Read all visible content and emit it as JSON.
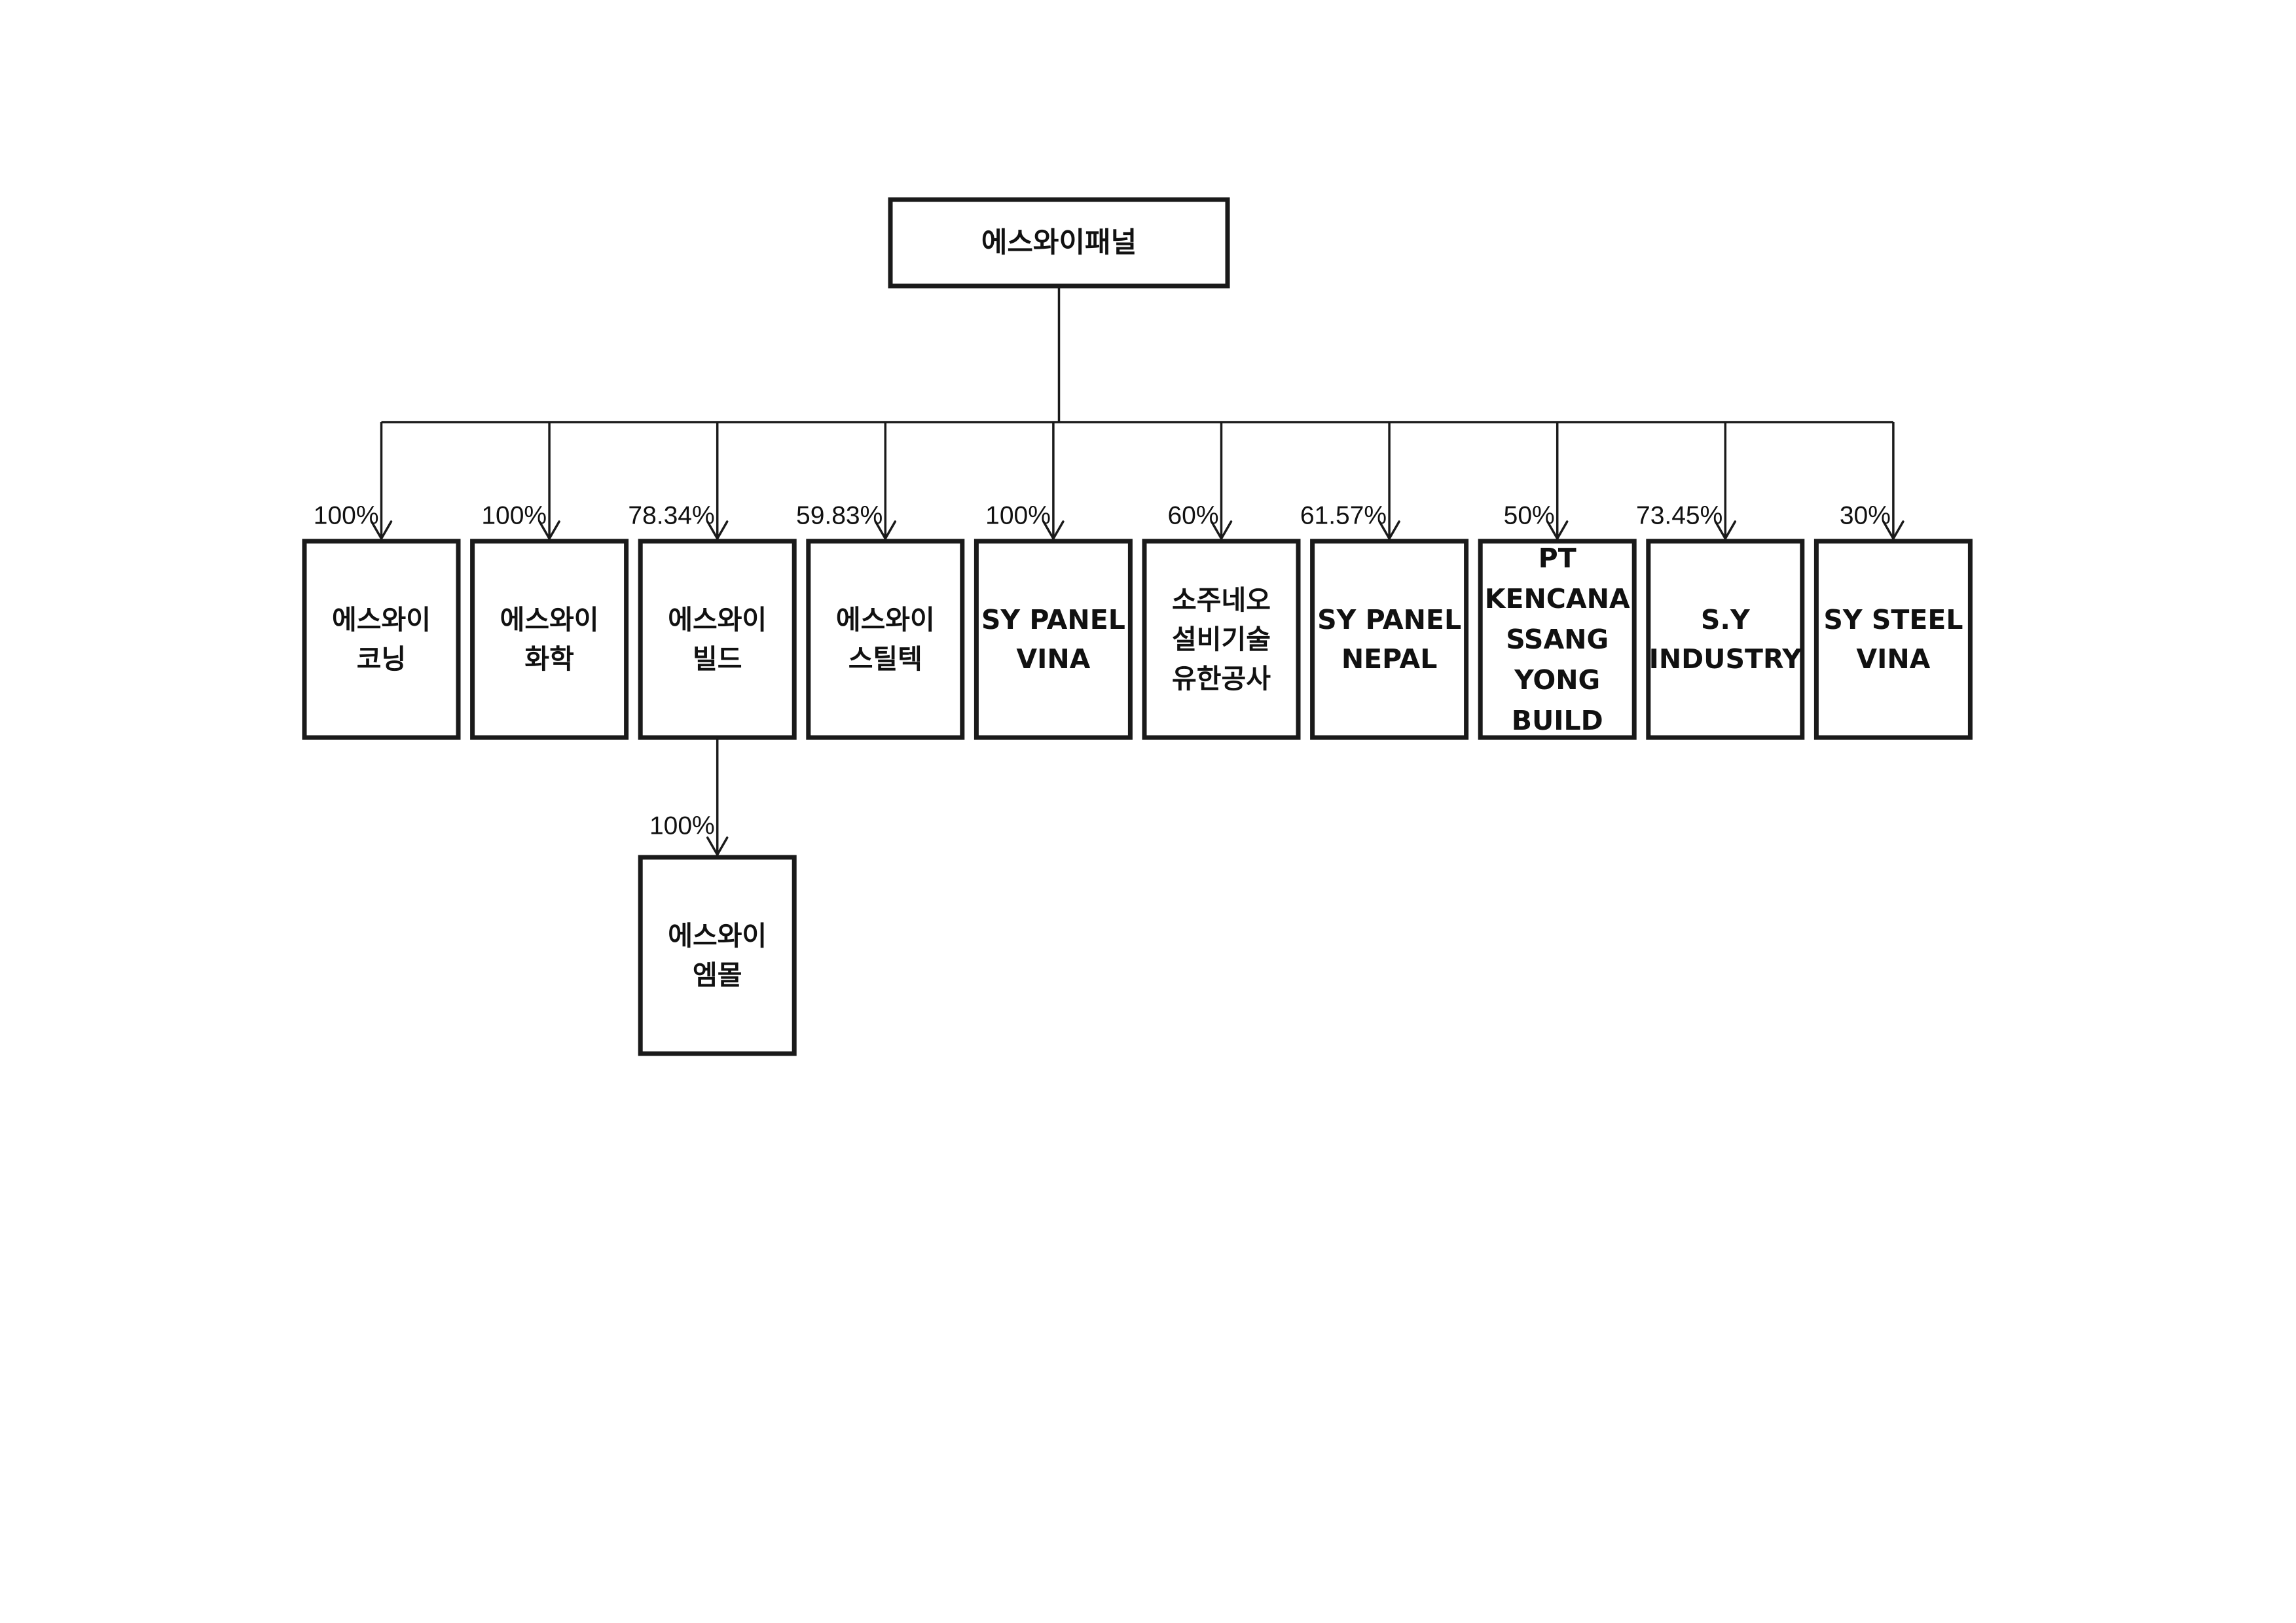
{
  "root": {
    "id": "sy-panel",
    "lines": [
      "에스와이패널"
    ]
  },
  "subsidiaries": [
    {
      "id": "sy-corning",
      "pct": "100%",
      "lines": [
        "에스와이",
        "코닝"
      ]
    },
    {
      "id": "sy-chemical",
      "pct": "100%",
      "lines": [
        "에스와이",
        "화학"
      ]
    },
    {
      "id": "sy-build",
      "pct": "78.34%",
      "lines": [
        "에스와이",
        "빌드"
      ]
    },
    {
      "id": "sy-steeltech",
      "pct": "59.83%",
      "lines": [
        "에스와이",
        "스틸텍"
      ]
    },
    {
      "id": "sy-panel-vina",
      "pct": "100%",
      "lines": [
        "SY PANEL",
        "VINA"
      ]
    },
    {
      "id": "sozhou-neo",
      "pct": "60%",
      "lines": [
        "소주네오",
        "설비기술",
        "유한공사"
      ]
    },
    {
      "id": "sy-panel-nepal",
      "pct": "61.57%",
      "lines": [
        "SY PANEL",
        "NEPAL"
      ]
    },
    {
      "id": "pt-kencana",
      "pct": "50%",
      "lines": [
        "PT",
        "KENCANA",
        "SSANG",
        "YONG",
        "BUILD"
      ]
    },
    {
      "id": "sy-industry",
      "pct": "73.45%",
      "lines": [
        "S.Y",
        "INDUSTRY"
      ]
    },
    {
      "id": "sy-steel-vina",
      "pct": "30%",
      "lines": [
        "SY STEEL",
        "VINA"
      ]
    }
  ],
  "sub_subsidiaries": [
    {
      "id": "sy-mall",
      "parent": "sy-build",
      "pct": "100%",
      "lines": [
        "에스와이",
        "엠몰"
      ]
    }
  ]
}
